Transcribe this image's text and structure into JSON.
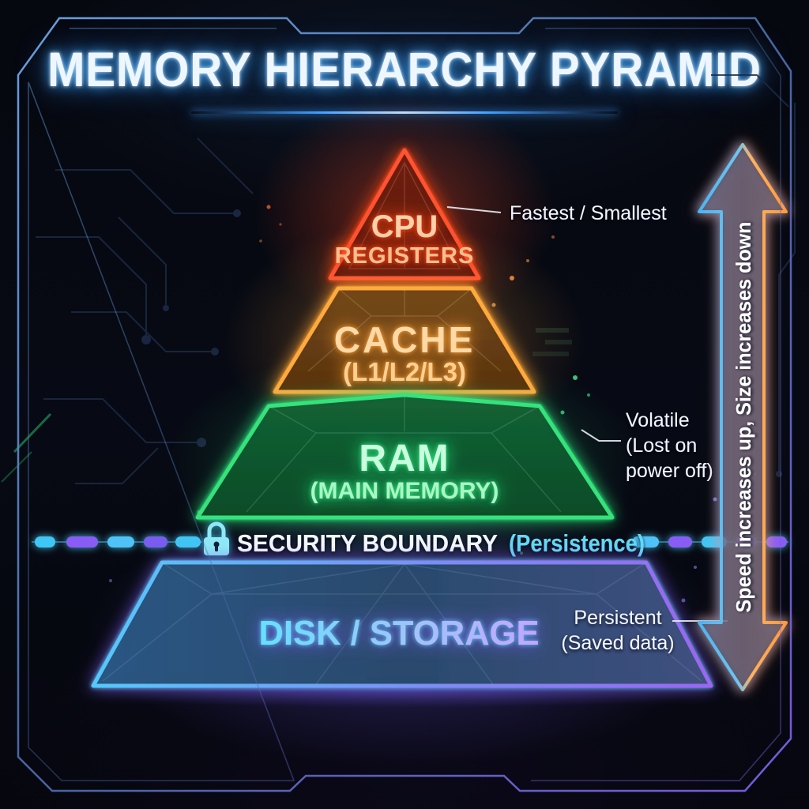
{
  "title": "MEMORY HIERARCHY PYRAMID",
  "pyramid": {
    "levels": [
      {
        "id": "cpu-registers",
        "label": "CPU",
        "sublabel": "REGISTERS"
      },
      {
        "id": "cache",
        "label": "CACHE",
        "sublabel": "(L1/L2/L3)"
      },
      {
        "id": "ram",
        "label": "RAM",
        "sublabel": "(MAIN MEMORY)"
      },
      {
        "id": "disk-storage",
        "label": "DISK / STORAGE"
      }
    ]
  },
  "annotations": {
    "cpu": "Fastest / Smallest",
    "ram_lines": [
      "Volatile",
      "(Lost on",
      "power off)"
    ],
    "disk_lines": [
      "Persistent",
      "(Saved data)"
    ]
  },
  "boundary": {
    "icon": "lock-icon",
    "label": "SECURITY BOUNDARY",
    "sublabel": "(Persistence)"
  },
  "arrow": {
    "label": "Speed increases up, Size increases down"
  },
  "colors": {
    "title-glow": "#3fa9ff",
    "cpu-accent": "#ff5230",
    "cpu-text": "#ffd2a8",
    "cache-accent": "#ffaa3e",
    "cache-text": "#ffd9a6",
    "ram-accent": "#35e27c",
    "ram-text": "#c9ffdf",
    "disk-cyan": "#56c8fa",
    "disk-purple": "#9a66f2",
    "boundary-cyan": "#59d7f6",
    "annotation-text": "#f2f5fa",
    "arrow-blue": "#4db4f0",
    "arrow-orange": "#ff9a3e"
  }
}
